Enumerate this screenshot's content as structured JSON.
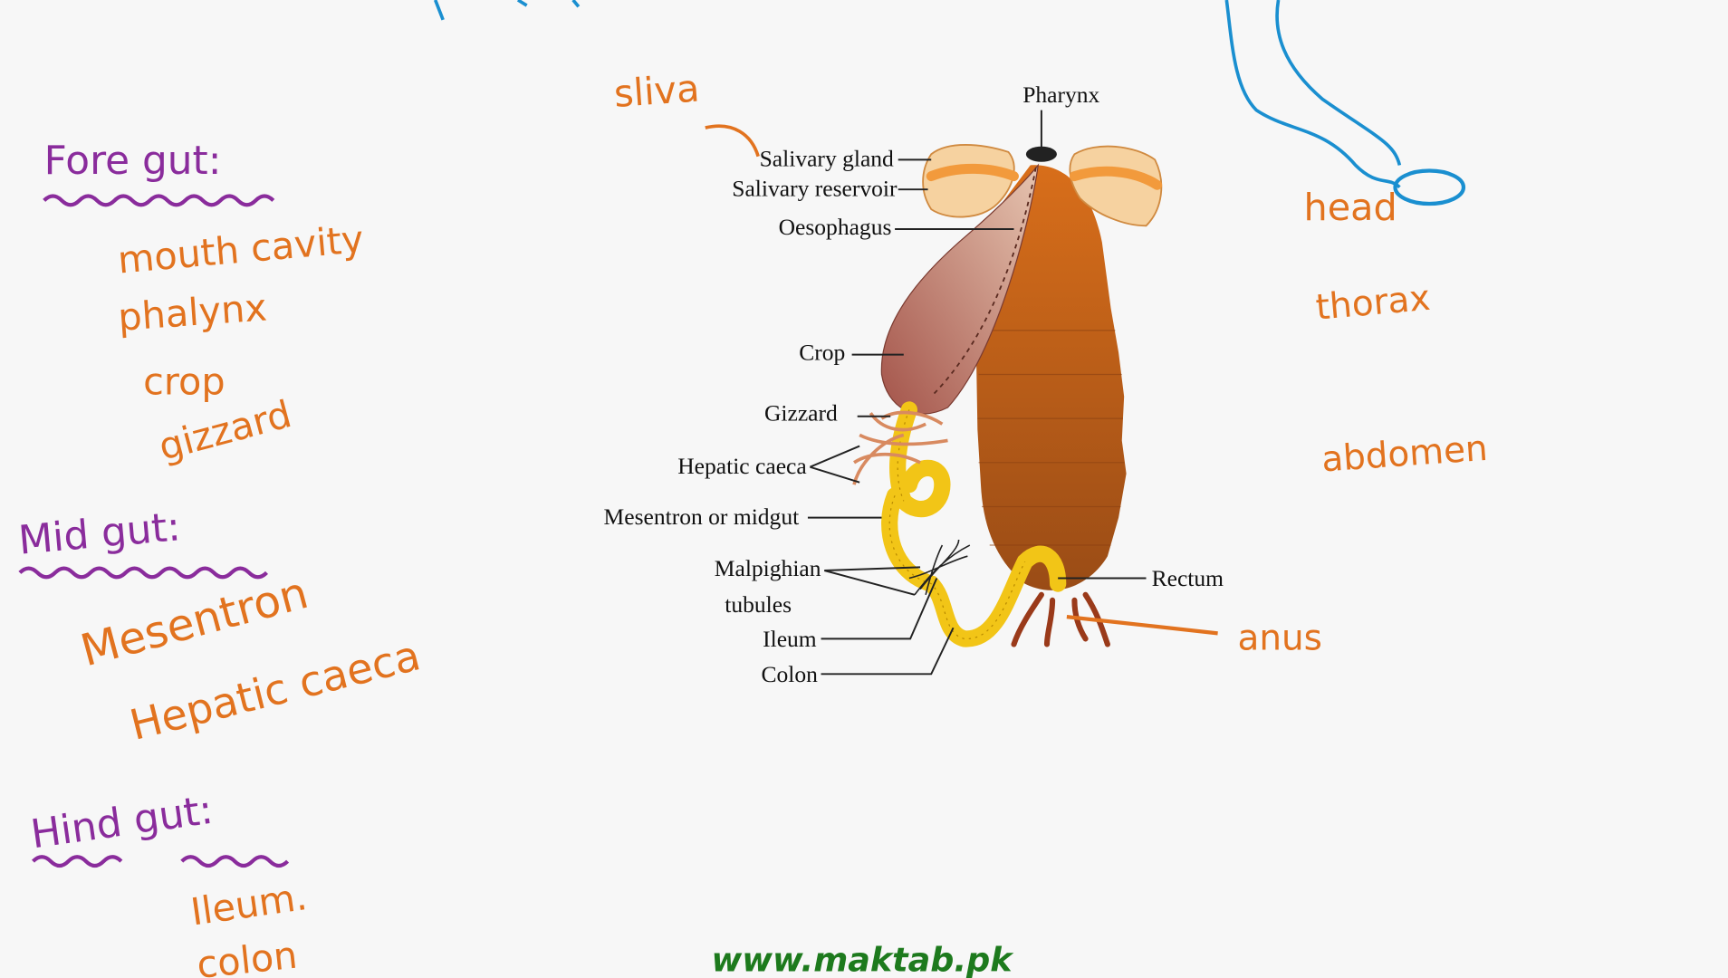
{
  "notes": {
    "fore_gut": {
      "heading": "Fore gut:",
      "items": [
        "mouth cavity",
        "phalynx",
        "crop",
        "gizzard"
      ]
    },
    "mid_gut": {
      "heading": "Mid gut:",
      "items": [
        "Mesentron",
        "Hepatic caeca"
      ]
    },
    "hind_gut": {
      "heading": "Hind gut:",
      "items": [
        "Ileum.",
        "colon"
      ]
    },
    "annotations": {
      "saliva": "sliva",
      "head": "head",
      "thorax": "thorax",
      "abdomen": "abdomen",
      "anus": "anus"
    }
  },
  "diagram_labels": {
    "pharynx": "Pharynx",
    "salivary_gland": "Salivary gland",
    "salivary_reservoir": "Salivary reservoir",
    "oesophagus": "Oesophagus",
    "crop": "Crop",
    "gizzard": "Gizzard",
    "hepatic_caeca": "Hepatic caeca",
    "mesentron": "Mesentron or midgut",
    "malpighian": "Malpighian",
    "tubules": "tubules",
    "ileum": "Ileum",
    "colon": "Colon",
    "rectum": "Rectum"
  },
  "watermark": "www.maktab.pk",
  "colors": {
    "ink_orange": "#e2731f",
    "ink_purple": "#8a2c9c",
    "ink_blue": "#1a8fd0",
    "watermark_green": "#1d7a1d",
    "body": "#c9661a",
    "gut": "#f2c517"
  }
}
